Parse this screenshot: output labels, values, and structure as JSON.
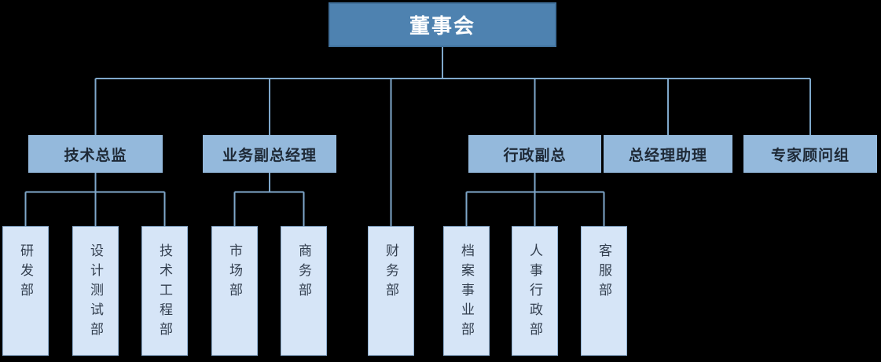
{
  "org_chart": {
    "root": {
      "label": "董事会"
    },
    "managers": [
      {
        "label": "技术总监"
      },
      {
        "label": "业务副总经理"
      },
      {
        "label": "行政副总"
      },
      {
        "label": "总经理助理"
      },
      {
        "label": "专家顾问组"
      }
    ],
    "departments": [
      {
        "label": "研发部",
        "reports_to": "技术总监"
      },
      {
        "label": "设计测试部",
        "reports_to": "技术总监"
      },
      {
        "label": "技术工程部",
        "reports_to": "技术总监"
      },
      {
        "label": "市场部",
        "reports_to": "业务副总经理"
      },
      {
        "label": "商务部",
        "reports_to": "业务副总经理"
      },
      {
        "label": "财务部",
        "reports_to": "董事会"
      },
      {
        "label": "档案事业部",
        "reports_to": "行政副总"
      },
      {
        "label": "人事行政部",
        "reports_to": "行政副总"
      },
      {
        "label": "客服部",
        "reports_to": "行政副总"
      }
    ],
    "colors": {
      "background": "#000000",
      "root_fill": "#4E82B0",
      "root_border": "#41719C",
      "root_text": "#FFFFFF",
      "manager_fill": "#94B9DC",
      "manager_text": "#1E2936",
      "department_fill": "#D6E5F7",
      "department_border": "#8FAFD0",
      "department_text": "#333F4F",
      "connector": "#7FA8CB"
    }
  }
}
